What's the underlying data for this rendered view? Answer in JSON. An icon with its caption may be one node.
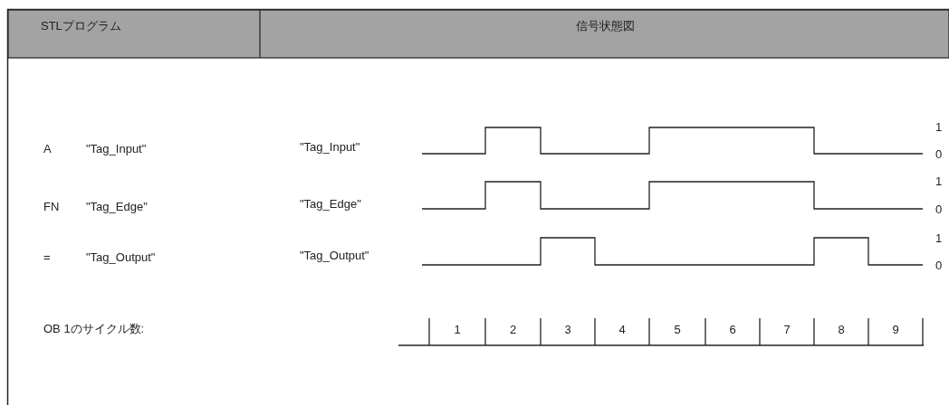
{
  "diagram": {
    "labels": [
      "STLプログラム",
      "信号状態図",
      "A",
      "\"Tag_Input\"",
      "\"Tag_Input\"",
      "1",
      "0",
      "FN",
      "\"Tag_Edge\"",
      "\"Tag_Edge\"",
      "1",
      "0",
      "=",
      "\"Tag_Output\"",
      "\"Tag_Output\"",
      "1",
      "0",
      "OB 1のサイクル数:",
      "1",
      "2",
      "3",
      "4",
      "5",
      "6",
      "7",
      "8",
      "9"
    ]
  }
}
